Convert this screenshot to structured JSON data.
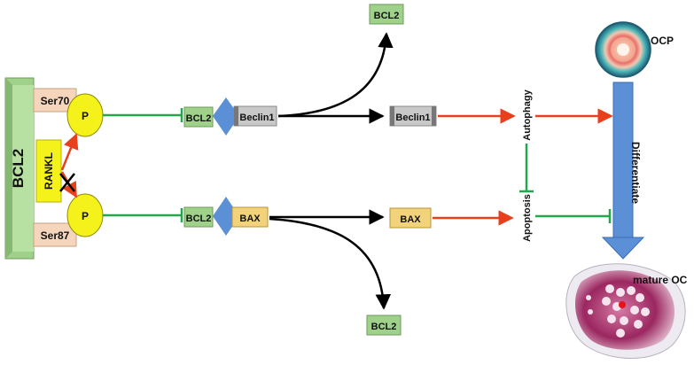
{
  "nodes": {
    "bcl2_main": "BCL2",
    "ser70": "Ser70",
    "ser87": "Ser87",
    "rankl": "RANKL",
    "p_top": "P",
    "p_bottom": "P",
    "complex_top_bcl2": "BCL2",
    "complex_top_beclin1": "Beclin1",
    "complex_bottom_bcl2": "BCL2",
    "complex_bottom_bax": "BAX",
    "bcl2_released_top": "BCL2",
    "bcl2_released_bottom": "BCL2",
    "beclin1_free": "Beclin1",
    "bax_free": "BAX",
    "autophagy": "Autophagy",
    "apoptosis": "Apoptosis",
    "ocp": "OCP",
    "differentiate": "Differentiate",
    "mature_oc": "mature OC"
  },
  "colors": {
    "activation": "#e8401c",
    "inhibition": "#22a84a",
    "flow": "#000000",
    "bcl2_box": "#9fd18a",
    "beclin_box": "#c8c8c8",
    "bax_box": "#f2d27a",
    "phospho": "#f4f21a",
    "diff_arrow": "#5b8fd6"
  }
}
